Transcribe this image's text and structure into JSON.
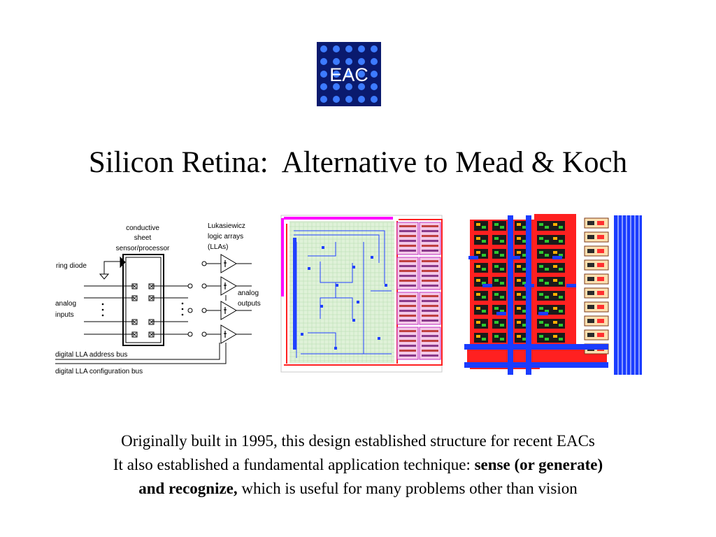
{
  "logo": {
    "text": "EAC",
    "colors": {
      "background": "#0a1a6e",
      "dots": "#3d7bff",
      "text": "#ffffff"
    }
  },
  "title": "Silicon Retina:  Alternative to Mead & Koch",
  "diagram": {
    "labels": {
      "conductive_1": "conductive",
      "conductive_2": "sheet",
      "conductive_3": "sensor/processor",
      "lla_1": "Lukasiewicz",
      "lla_2": "logic arrays",
      "lla_3": "(LLAs)",
      "ring_diode": "ring diode",
      "analog_inputs_1": "analog",
      "analog_inputs_2": "inputs",
      "analog_outputs_1": "analog",
      "analog_outputs_2": "outputs",
      "address_bus": "digital LLA address bus",
      "config_bus": "digital LLA configuration bus"
    }
  },
  "caption": {
    "line1": "Originally built in 1995, this design established structure for recent EACs",
    "line2_normal": "It also established a fundamental application technique: ",
    "line2_bold": "sense (or generate)",
    "line3_bold": "and recognize,",
    "line3_normal": " which is useful for many problems other than vision"
  }
}
